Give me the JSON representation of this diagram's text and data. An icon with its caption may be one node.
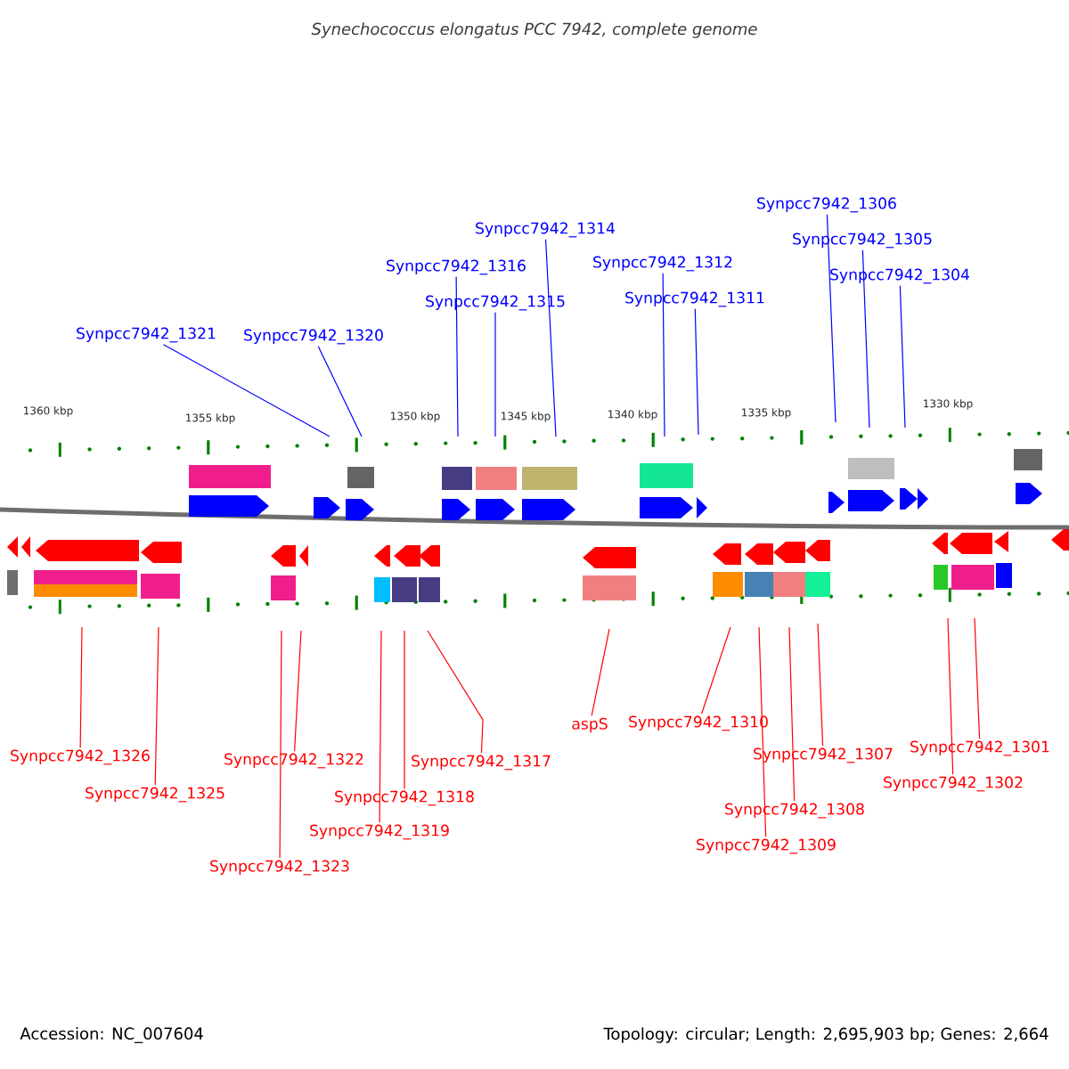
{
  "diagram": {
    "title": "Synechococcus elongatus PCC 7942, complete genome",
    "nodes": [
      {
        "text": [
          "Synpcc7942_1321"
        ]
      },
      {
        "text": [
          "Synpcc7942_1320"
        ]
      },
      {
        "text": [
          "Synpcc7942_1316"
        ]
      },
      {
        "text": [
          "Synpcc7942_1315"
        ]
      },
      {
        "text": [
          "Synpcc7942_1314"
        ]
      },
      {
        "text": [
          "Synpcc7942_1312"
        ]
      },
      {
        "text": [
          "Synpcc7942_1311"
        ]
      },
      {
        "text": [
          "Synpcc7942_1306"
        ]
      },
      {
        "text": [
          "Synpcc7942_1305"
        ]
      },
      {
        "text": [
          "Synpcc7942_1304"
        ]
      },
      {
        "text": [
          "Synpcc7942_1326"
        ]
      },
      {
        "text": [
          "Synpcc7942_1325"
        ]
      },
      {
        "text": [
          "Synpcc7942_1323"
        ]
      },
      {
        "text": [
          "Synpcc7942_1322"
        ]
      },
      {
        "text": [
          "Synpcc7942_1319"
        ]
      },
      {
        "text": [
          "Synpcc7942_1318"
        ]
      },
      {
        "text": [
          "Synpcc7942_1317"
        ]
      },
      {
        "text": [
          "aspS"
        ]
      },
      {
        "text": [
          "Synpcc7942_1310"
        ]
      },
      {
        "text": [
          "Synpcc7942_1309"
        ]
      },
      {
        "text": [
          "Synpcc7942_1308"
        ]
      },
      {
        "text": [
          "Synpcc7942_1307"
        ]
      },
      {
        "text": [
          "Synpcc7942_1301"
        ]
      },
      {
        "text": [
          "Synpcc7942_1302"
        ]
      }
    ],
    "edges": [
      {
        "from": 0,
        "to": null,
        "arrow": "none",
        "color": "#0000ff"
      },
      {
        "from": 1,
        "to": null,
        "arrow": "none",
        "color": "#0000ff"
      },
      {
        "from": 2,
        "to": null,
        "arrow": "none",
        "color": "#0000ff"
      },
      {
        "from": 3,
        "to": null,
        "arrow": "none",
        "color": "#0000ff"
      },
      {
        "from": 4,
        "to": null,
        "arrow": "none",
        "color": "#0000ff"
      },
      {
        "from": 5,
        "to": null,
        "arrow": "none",
        "color": "#0000ff"
      },
      {
        "from": 6,
        "to": null,
        "arrow": "none",
        "color": "#0000ff"
      },
      {
        "from": 7,
        "to": null,
        "arrow": "none",
        "color": "#0000ff"
      },
      {
        "from": 8,
        "to": null,
        "arrow": "none",
        "color": "#0000ff"
      },
      {
        "from": 9,
        "to": null,
        "arrow": "none",
        "color": "#0000ff"
      },
      {
        "from": 10,
        "to": null,
        "arrow": "none",
        "color": "#ff0000"
      },
      {
        "from": 11,
        "to": null,
        "arrow": "none",
        "color": "#ff0000"
      },
      {
        "from": 12,
        "to": null,
        "arrow": "none",
        "color": "#ff0000"
      },
      {
        "from": 13,
        "to": null,
        "arrow": "none",
        "color": "#ff0000"
      },
      {
        "from": 14,
        "to": null,
        "arrow": "none",
        "color": "#ff0000"
      },
      {
        "from": 15,
        "to": null,
        "arrow": "none",
        "color": "#ff0000"
      },
      {
        "from": 16,
        "to": null,
        "arrow": "none",
        "color": "#ff0000"
      },
      {
        "from": 17,
        "to": null,
        "arrow": "none",
        "color": "#ff0000"
      },
      {
        "from": 18,
        "to": null,
        "arrow": "none",
        "color": "#ff0000"
      },
      {
        "from": 19,
        "to": null,
        "arrow": "none",
        "color": "#ff0000"
      },
      {
        "from": 20,
        "to": null,
        "arrow": "none",
        "color": "#ff0000"
      },
      {
        "from": 21,
        "to": null,
        "arrow": "none",
        "color": "#ff0000"
      },
      {
        "from": 22,
        "to": null,
        "arrow": "none",
        "color": "#ff0000"
      },
      {
        "from": 23,
        "to": null,
        "arrow": "none",
        "color": "#ff0000"
      }
    ],
    "labels": [
      "1360 kbp",
      "1355 kbp",
      "1350 kbp",
      "1345 kbp",
      "1340 kbp",
      "1335 kbp",
      "1330 kbp",
      "Accession: NC_007604",
      "Topology: circular; Length: 2,695,903 bp; Genes: 2,664"
    ]
  }
}
